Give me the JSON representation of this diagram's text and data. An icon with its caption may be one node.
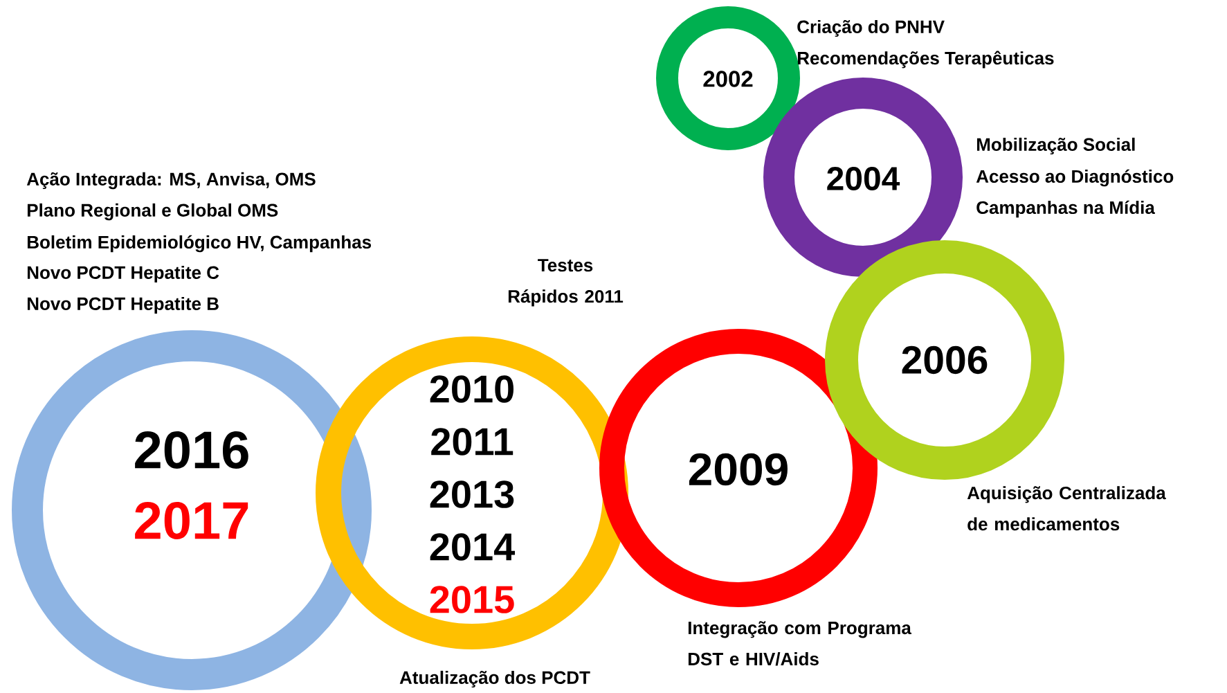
{
  "diagram": {
    "nodes": [
      {
        "text": [
          "2002"
        ],
        "beside": [
          "Criação do PNHV",
          "Recomendações Terapêuticas"
        ]
      },
      {
        "text": [
          "2004"
        ],
        "beside": [
          "Mobilização Social",
          "Acesso ao Diagnóstico",
          "Campanhas na Mídia"
        ]
      },
      {
        "text": [
          "2006"
        ],
        "beside": [
          "Aquisição Centralizada de medicamentos"
        ]
      },
      {
        "text": [
          "2009"
        ],
        "beside": [
          "Integração com Programa DST e HIV/Aids"
        ]
      },
      {
        "text": [
          "2010",
          "2011",
          "2013",
          "2014",
          "2015"
        ],
        "beside": [
          "Atualização dos PCDT"
        ]
      },
      {
        "text": [
          "2016",
          "2017"
        ],
        "beside": [
          "Ação Integrada: MS, Anvisa, OMS",
          "Plano Regional e Global OMS",
          "Boletim Epidemiológico HV, Campanhas",
          "Novo PCDT Hepatite C",
          "Novo PCDT Hepatite B"
        ]
      }
    ],
    "labels": [
      "Testes Rápidos 2011"
    ]
  }
}
